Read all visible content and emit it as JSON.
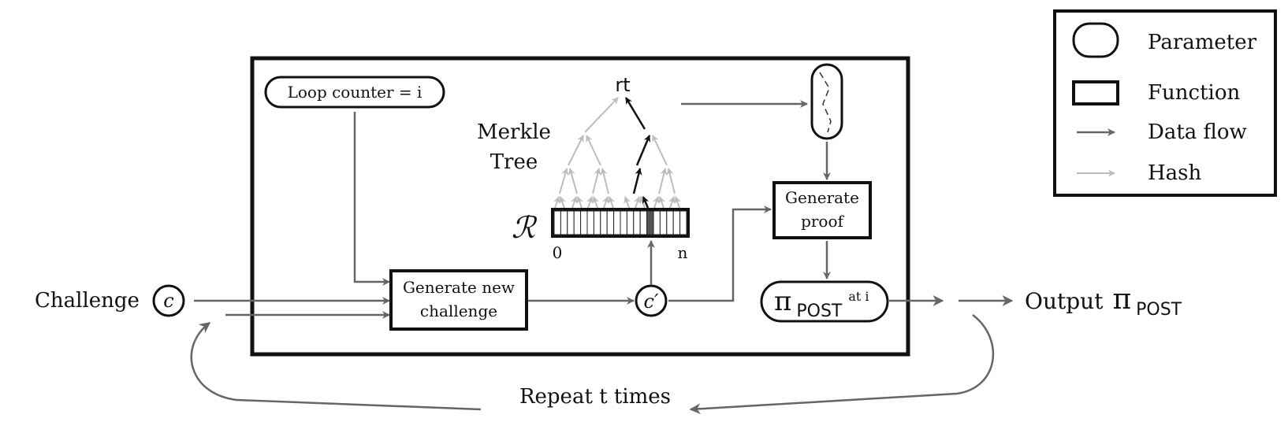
{
  "legend": {
    "parameter": "Parameter",
    "function": "Function",
    "data_flow": "Data flow",
    "hash": "Hash"
  },
  "nodes": {
    "challenge_label": "Challenge",
    "challenge_symbol": "c",
    "loop_counter": "Loop counter = i",
    "generate_challenge_line1": "Generate new",
    "generate_challenge_line2": "challenge",
    "new_challenge_symbol": "c′",
    "merkle_line1": "Merkle",
    "merkle_line2": "Tree",
    "root": "rt",
    "dataset_symbol": "ℛ",
    "index_start": "0",
    "index_end": "n",
    "generate_proof_line1": "Generate",
    "generate_proof_line2": "proof",
    "proof_pi": "π",
    "proof_sub": "POST",
    "proof_at": "at i",
    "output_label": "Output",
    "output_pi": "π",
    "output_sub": "POST",
    "repeat": "Repeat t times"
  },
  "colors": {
    "data_flow": "#666666",
    "hash": "#bdbdbd",
    "merkle_path": "#111111",
    "selected_cell": "#555555"
  }
}
